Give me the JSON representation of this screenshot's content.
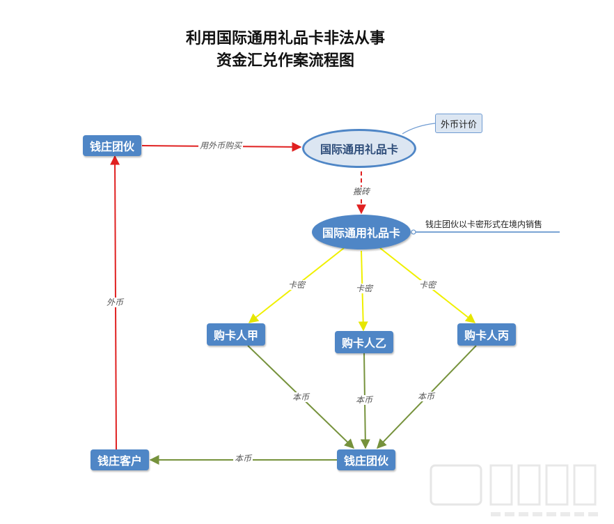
{
  "title": {
    "line1": "利用国际通用礼品卡非法从事",
    "line2": "资金汇兑作案流程图"
  },
  "nodes": {
    "gang_top": "钱庄团伙",
    "giftcard_main": "国际通用礼品卡",
    "giftcard_sub": "国际通用礼品卡",
    "buyer_a": "购卡人甲",
    "buyer_b": "购卡人乙",
    "buyer_c": "购卡人丙",
    "gang_bottom": "钱庄团伙",
    "client": "钱庄客户"
  },
  "callout": "外币计价",
  "note": "钱庄团伙以卡密形式在境内销售",
  "edge_labels": {
    "buy_with_fx": "用外币购买",
    "move": "搬砖",
    "card_secret_a": "卡密",
    "card_secret_b": "卡密",
    "card_secret_c": "卡密",
    "local_a": "本币",
    "local_b": "本币",
    "local_c": "本币",
    "local_to_client": "本币",
    "fx": "外币"
  },
  "colors": {
    "node_fill": "#4f86c6",
    "red_edge": "#e02020",
    "yellow_edge": "#f0f000",
    "green_edge": "#76923c"
  }
}
